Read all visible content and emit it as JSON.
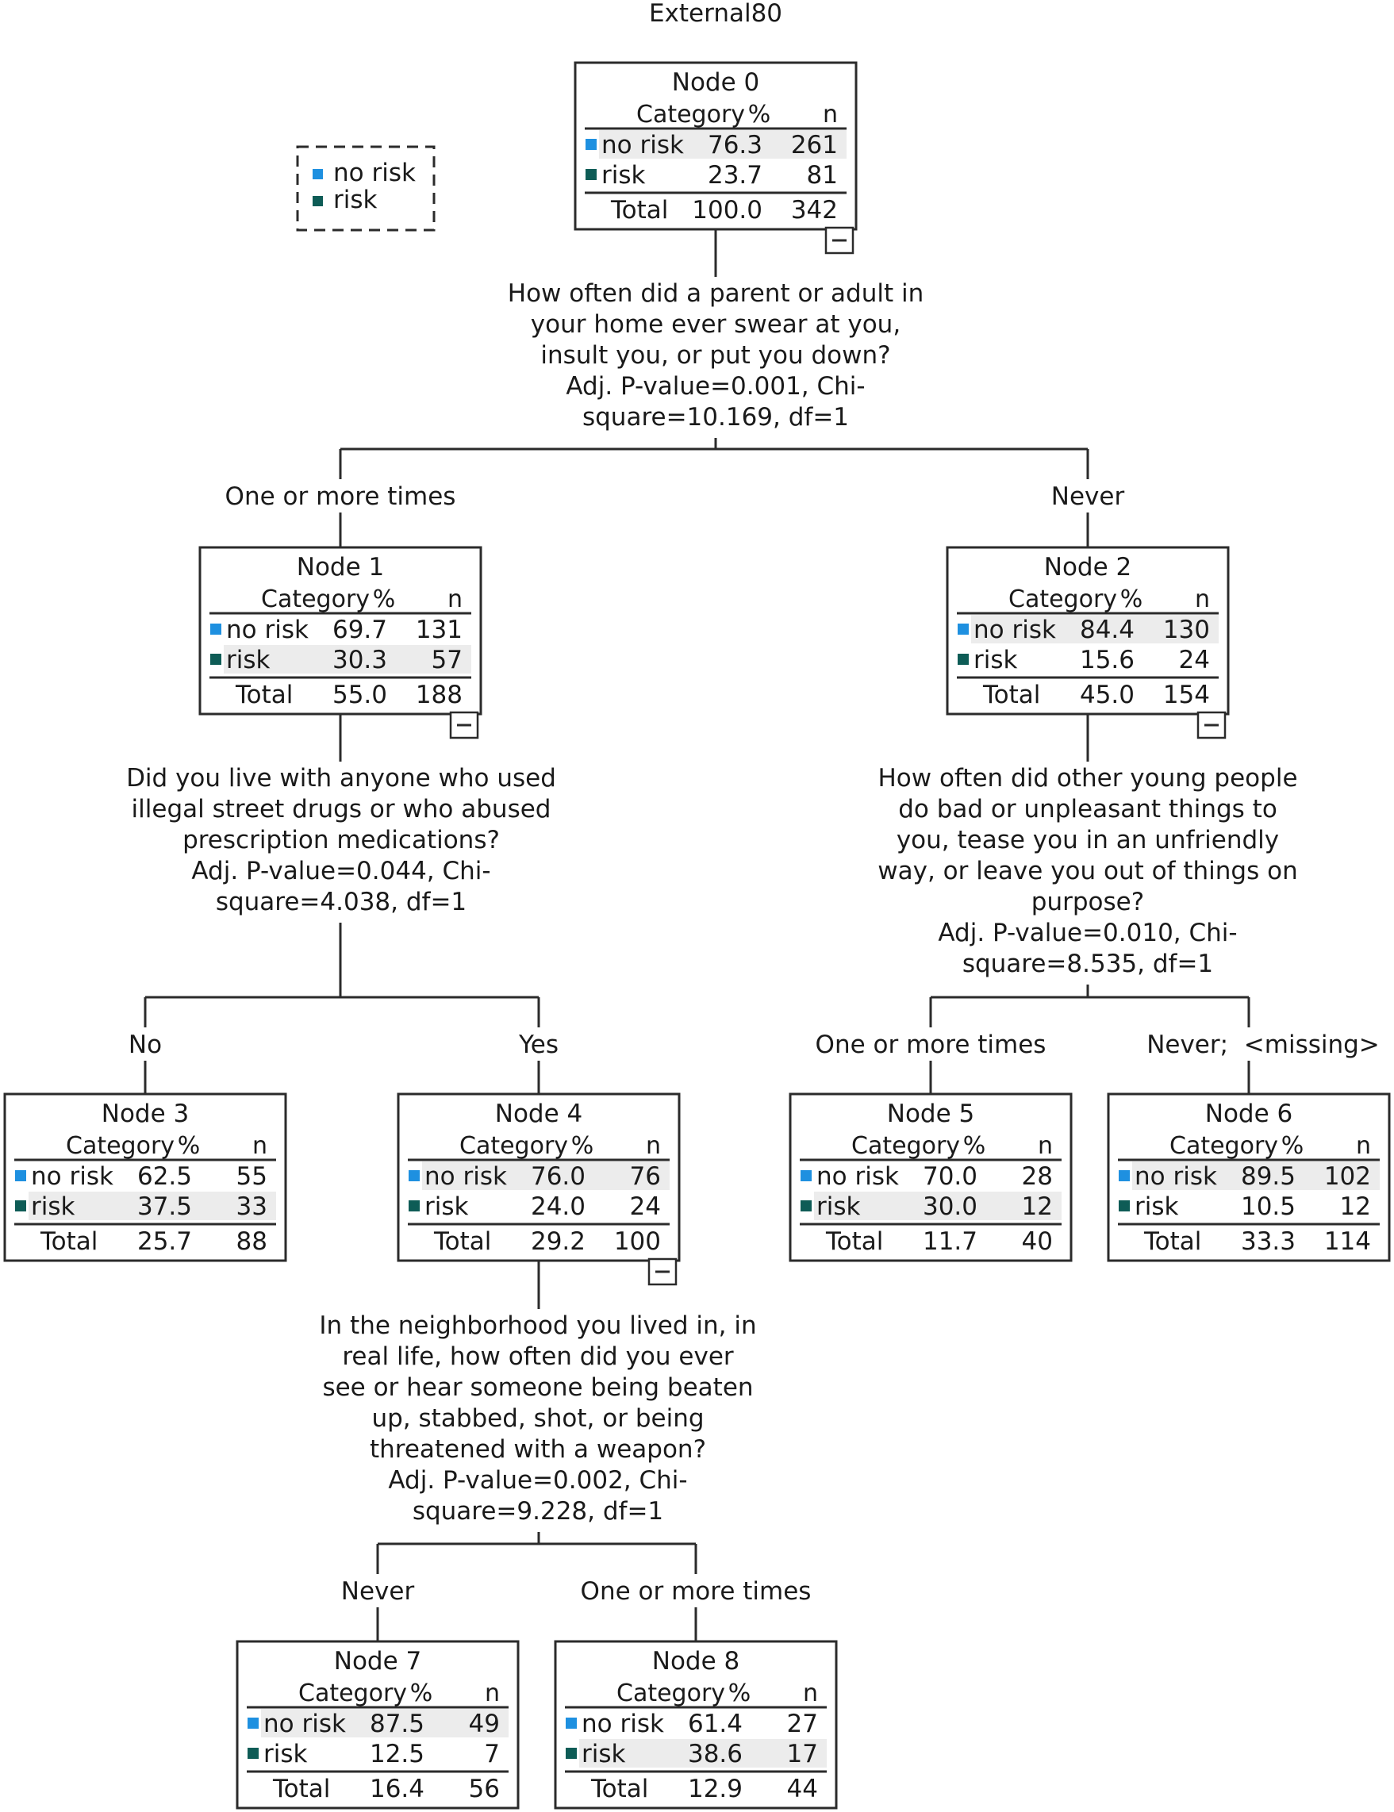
{
  "title": "External80",
  "legend": [
    {
      "label": "no risk",
      "color": "#1e90e0"
    },
    {
      "label": "risk",
      "color": "#0e5c56"
    }
  ],
  "table_header": {
    "category": "Category",
    "percent": "%",
    "n": "n"
  },
  "nodes": [
    {
      "id": 0,
      "title": "Node 0",
      "rows": [
        {
          "category": "no risk",
          "pct": "76.3",
          "n": "261"
        },
        {
          "category": "risk",
          "pct": "23.7",
          "n": "81"
        }
      ],
      "total": {
        "label": "Total",
        "pct": "100.0",
        "n": "342"
      },
      "shaded_row": 0,
      "collapsible": true
    },
    {
      "id": 1,
      "title": "Node 1",
      "rows": [
        {
          "category": "no risk",
          "pct": "69.7",
          "n": "131"
        },
        {
          "category": "risk",
          "pct": "30.3",
          "n": "57"
        }
      ],
      "total": {
        "label": "Total",
        "pct": "55.0",
        "n": "188"
      },
      "shaded_row": 1,
      "collapsible": true
    },
    {
      "id": 2,
      "title": "Node 2",
      "rows": [
        {
          "category": "no risk",
          "pct": "84.4",
          "n": "130"
        },
        {
          "category": "risk",
          "pct": "15.6",
          "n": "24"
        }
      ],
      "total": {
        "label": "Total",
        "pct": "45.0",
        "n": "154"
      },
      "shaded_row": 0,
      "collapsible": true
    },
    {
      "id": 3,
      "title": "Node 3",
      "rows": [
        {
          "category": "no risk",
          "pct": "62.5",
          "n": "55"
        },
        {
          "category": "risk",
          "pct": "37.5",
          "n": "33"
        }
      ],
      "total": {
        "label": "Total",
        "pct": "25.7",
        "n": "88"
      },
      "shaded_row": 1,
      "collapsible": false
    },
    {
      "id": 4,
      "title": "Node 4",
      "rows": [
        {
          "category": "no risk",
          "pct": "76.0",
          "n": "76"
        },
        {
          "category": "risk",
          "pct": "24.0",
          "n": "24"
        }
      ],
      "total": {
        "label": "Total",
        "pct": "29.2",
        "n": "100"
      },
      "shaded_row": 0,
      "collapsible": true
    },
    {
      "id": 5,
      "title": "Node 5",
      "rows": [
        {
          "category": "no risk",
          "pct": "70.0",
          "n": "28"
        },
        {
          "category": "risk",
          "pct": "30.0",
          "n": "12"
        }
      ],
      "total": {
        "label": "Total",
        "pct": "11.7",
        "n": "40"
      },
      "shaded_row": 1,
      "collapsible": false
    },
    {
      "id": 6,
      "title": "Node 6",
      "rows": [
        {
          "category": "no risk",
          "pct": "89.5",
          "n": "102"
        },
        {
          "category": "risk",
          "pct": "10.5",
          "n": "12"
        }
      ],
      "total": {
        "label": "Total",
        "pct": "33.3",
        "n": "114"
      },
      "shaded_row": 0,
      "collapsible": false
    },
    {
      "id": 7,
      "title": "Node 7",
      "rows": [
        {
          "category": "no risk",
          "pct": "87.5",
          "n": "49"
        },
        {
          "category": "risk",
          "pct": "12.5",
          "n": "7"
        }
      ],
      "total": {
        "label": "Total",
        "pct": "16.4",
        "n": "56"
      },
      "shaded_row": 0,
      "collapsible": false
    },
    {
      "id": 8,
      "title": "Node 8",
      "rows": [
        {
          "category": "no risk",
          "pct": "61.4",
          "n": "27"
        },
        {
          "category": "risk",
          "pct": "38.6",
          "n": "17"
        }
      ],
      "total": {
        "label": "Total",
        "pct": "12.9",
        "n": "44"
      },
      "shaded_row": 1,
      "collapsible": false
    }
  ],
  "splits": [
    {
      "parent": 0,
      "lines": [
        "How often did a parent or adult in",
        "your home ever swear at you,",
        "insult you, or put you down?",
        "Adj. P-value=0.001, Chi-",
        "square=10.169, df=1"
      ]
    },
    {
      "parent": 1,
      "lines": [
        "Did you live with anyone who used",
        "illegal street drugs or who abused",
        "prescription medications?",
        "Adj. P-value=0.044, Chi-",
        "square=4.038, df=1"
      ]
    },
    {
      "parent": 2,
      "lines": [
        "How often did other young people",
        "do bad or unpleasant things to",
        "you, tease you in an unfriendly",
        "way, or leave you out of things on",
        "purpose?",
        "Adj. P-value=0.010, Chi-",
        "square=8.535, df=1"
      ]
    },
    {
      "parent": 4,
      "lines": [
        "In the neighborhood you lived in, in",
        "real life, how often did you ever",
        "see or hear someone being beaten",
        "up, stabbed, shot, or being",
        "threatened with a weapon?",
        "Adj. P-value=0.002, Chi-",
        "square=9.228, df=1"
      ]
    }
  ],
  "edges": [
    {
      "from": 0,
      "to": 1,
      "label": "One or more times"
    },
    {
      "from": 0,
      "to": 2,
      "label": "Never"
    },
    {
      "from": 1,
      "to": 3,
      "label": "No"
    },
    {
      "from": 1,
      "to": 4,
      "label": "Yes"
    },
    {
      "from": 2,
      "to": 5,
      "label": "One or more times"
    },
    {
      "from": 2,
      "to": 6,
      "label": "Never;  <missing>"
    },
    {
      "from": 4,
      "to": 7,
      "label": "Never"
    },
    {
      "from": 4,
      "to": 8,
      "label": "One or more times"
    }
  ]
}
